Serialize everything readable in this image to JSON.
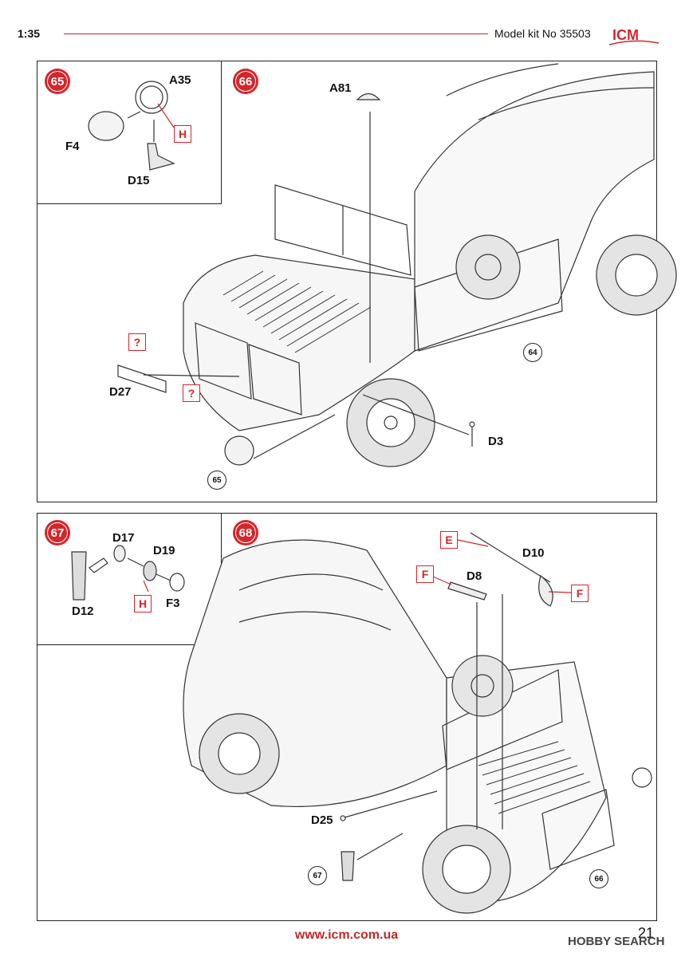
{
  "header": {
    "scale": "1:35",
    "kit": "Model kit No 35503",
    "logo_text": "ICM"
  },
  "steps": {
    "s65": {
      "num": "65",
      "parts": [
        "A35",
        "F4",
        "D15"
      ],
      "paint": "H"
    },
    "s66": {
      "num": "66",
      "parts": [
        "A81",
        "D27",
        "D3"
      ],
      "paint": [
        "?",
        "?"
      ],
      "refs": [
        "64",
        "65"
      ]
    },
    "s67": {
      "num": "67",
      "parts": [
        "D17",
        "D19",
        "D12",
        "F3"
      ],
      "paint": "H"
    },
    "s68": {
      "num": "68",
      "parts": [
        "D10",
        "D8",
        "D25"
      ],
      "paint": [
        "E",
        "F",
        "F"
      ],
      "refs": [
        "67",
        "66"
      ]
    }
  },
  "footer": {
    "url": "www.icm.com.ua",
    "page": "21",
    "watermark": "HOBBY SEARCH"
  },
  "colors": {
    "accent": "#d4262b",
    "line": "#222222"
  }
}
